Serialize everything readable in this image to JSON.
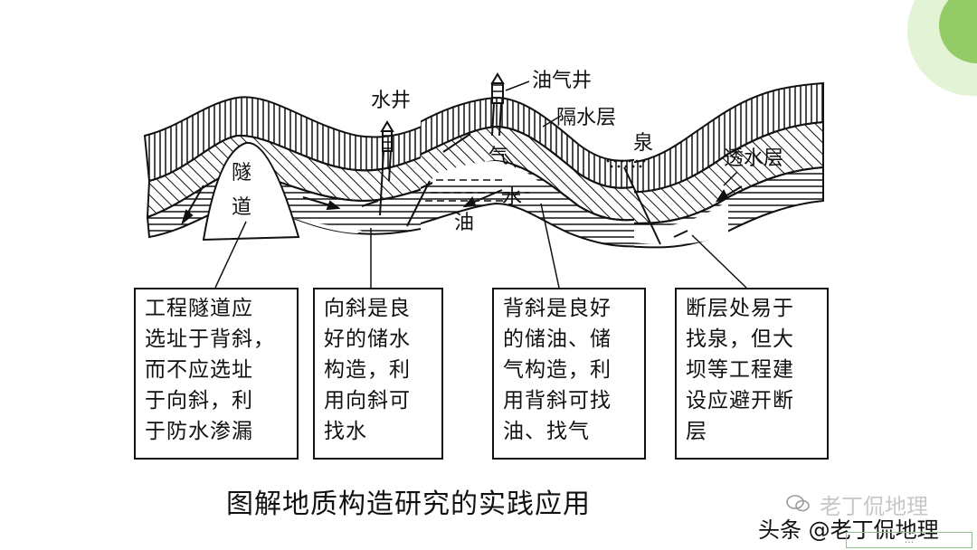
{
  "diagram": {
    "labels": {
      "water_well": "水井",
      "oil_gas_well": "油气井",
      "aquiclude": "隔水层",
      "spring": "泉",
      "aquifer": "透水层",
      "tunnel": [
        "隧",
        "道"
      ],
      "gas": "气",
      "water": "水",
      "oil": "油"
    },
    "boxes": [
      {
        "lines": [
          "工程隧道应",
          "选址于背斜，",
          "而不应选址",
          "于向斜，利",
          "于防水渗漏"
        ]
      },
      {
        "lines": [
          "向斜是良",
          "好的储水",
          "构造，利",
          "用向斜可",
          "找水"
        ]
      },
      {
        "lines": [
          "背斜是良好",
          "的储油、储",
          "气构造，利",
          "用背斜可找",
          "油、找气"
        ]
      },
      {
        "lines": [
          "断层处易于",
          "找泉，但大",
          "坝等工程建",
          "设应避开断",
          "层"
        ]
      }
    ],
    "caption": "图解地质构造研究的实践应用"
  },
  "watermark": {
    "faded_text": "老丁侃地理",
    "credit": "头条 @老丁侃地理",
    "stamp_text": "..."
  },
  "colors": {
    "ink": "#111111",
    "background": "#ffffff",
    "corner_accent_light": "#e3f3d6",
    "corner_accent_dark": "#93cc66"
  }
}
